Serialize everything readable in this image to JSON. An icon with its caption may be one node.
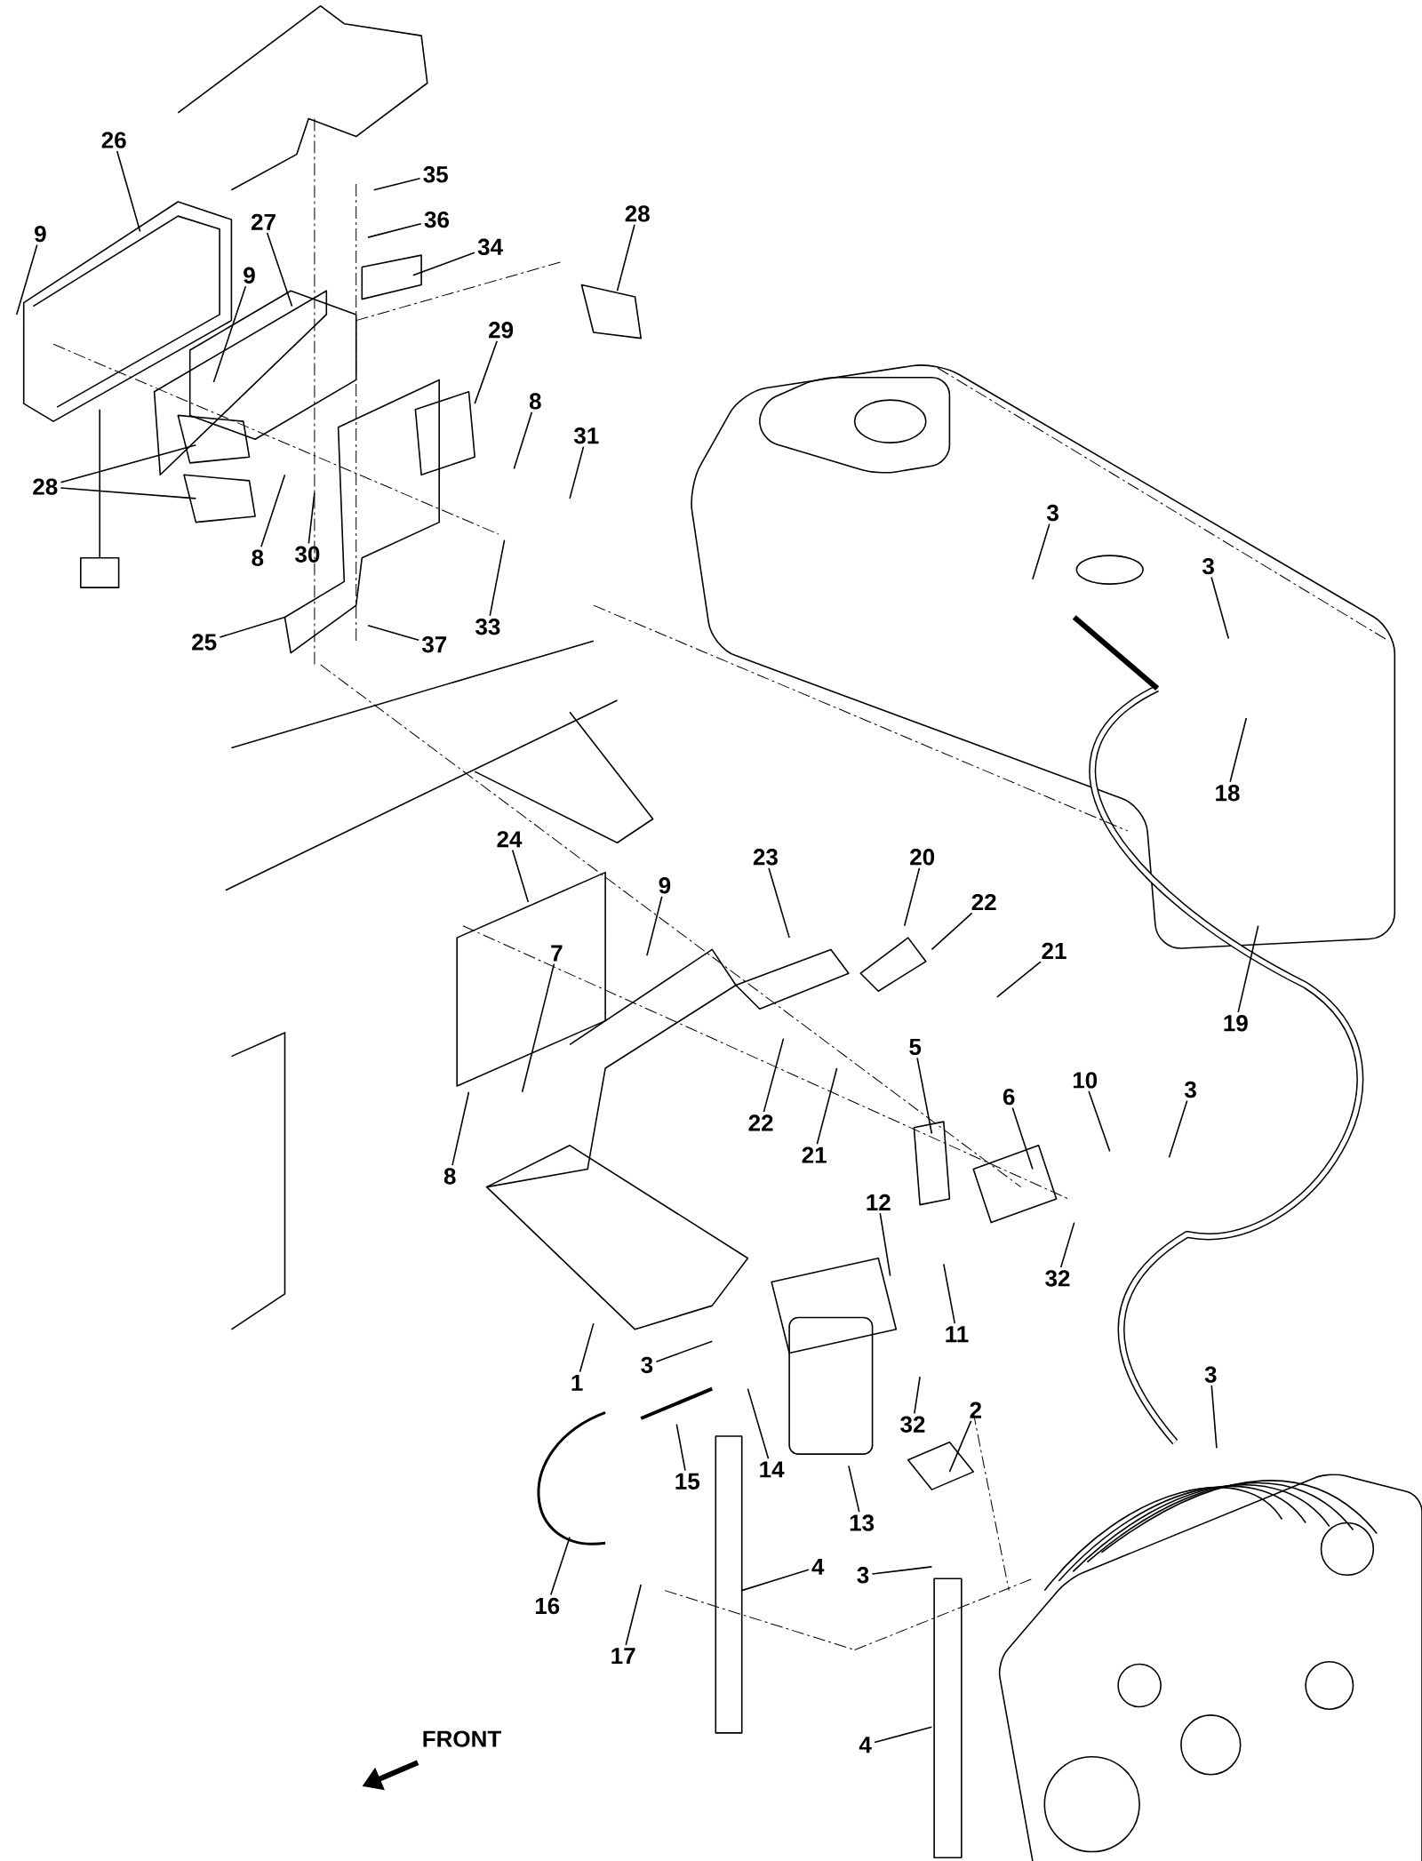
{
  "diagram": {
    "nodes": [
      {
        "text": [
          "26"
        ]
      },
      {
        "text": [
          "9"
        ]
      },
      {
        "text": [
          "27"
        ]
      },
      {
        "text": [
          "9"
        ]
      },
      {
        "text": [
          "35"
        ]
      },
      {
        "text": [
          "36"
        ]
      },
      {
        "text": [
          "34"
        ]
      },
      {
        "text": [
          "28"
        ]
      },
      {
        "text": [
          "29"
        ]
      },
      {
        "text": [
          "8"
        ]
      },
      {
        "text": [
          "31"
        ]
      },
      {
        "text": [
          "28"
        ]
      },
      {
        "text": [
          "8"
        ]
      },
      {
        "text": [
          "30"
        ]
      },
      {
        "text": [
          "33"
        ]
      },
      {
        "text": [
          "25"
        ]
      },
      {
        "text": [
          "37"
        ]
      },
      {
        "text": [
          "3"
        ]
      },
      {
        "text": [
          "3"
        ]
      },
      {
        "text": [
          "18"
        ]
      },
      {
        "text": [
          "24"
        ]
      },
      {
        "text": [
          "9"
        ]
      },
      {
        "text": [
          "23"
        ]
      },
      {
        "text": [
          "20"
        ]
      },
      {
        "text": [
          "22"
        ]
      },
      {
        "text": [
          "21"
        ]
      },
      {
        "text": [
          "7"
        ]
      },
      {
        "text": [
          "22"
        ]
      },
      {
        "text": [
          "21"
        ]
      },
      {
        "text": [
          "19"
        ]
      },
      {
        "text": [
          "5"
        ]
      },
      {
        "text": [
          "6"
        ]
      },
      {
        "text": [
          "10"
        ]
      },
      {
        "text": [
          "3"
        ]
      },
      {
        "text": [
          "8"
        ]
      },
      {
        "text": [
          "12"
        ]
      },
      {
        "text": [
          "32"
        ]
      },
      {
        "text": [
          "11"
        ]
      },
      {
        "text": [
          "3"
        ]
      },
      {
        "text": [
          "1"
        ]
      },
      {
        "text": [
          "3"
        ]
      },
      {
        "text": [
          "32"
        ]
      },
      {
        "text": [
          "14"
        ]
      },
      {
        "text": [
          "15"
        ]
      },
      {
        "text": [
          "2"
        ]
      },
      {
        "text": [
          "13"
        ]
      },
      {
        "text": [
          "4"
        ]
      },
      {
        "text": [
          "3"
        ]
      },
      {
        "text": [
          "16"
        ]
      },
      {
        "text": [
          "17"
        ]
      },
      {
        "text": [
          "4"
        ]
      }
    ],
    "edges": [
      {
        "from": 0,
        "to": null,
        "arrow": "none"
      },
      {
        "from": 1,
        "to": null,
        "arrow": "none"
      },
      {
        "from": 2,
        "to": null,
        "arrow": "none"
      },
      {
        "from": 3,
        "to": null,
        "arrow": "none"
      },
      {
        "from": 4,
        "to": null,
        "arrow": "none"
      },
      {
        "from": 5,
        "to": null,
        "arrow": "none"
      },
      {
        "from": 6,
        "to": null,
        "arrow": "none"
      },
      {
        "from": 7,
        "to": null,
        "arrow": "none"
      },
      {
        "from": 8,
        "to": null,
        "arrow": "none"
      },
      {
        "from": 9,
        "to": null,
        "arrow": "none"
      },
      {
        "from": 10,
        "to": null,
        "arrow": "none"
      },
      {
        "from": 11,
        "to": null,
        "arrow": "none"
      },
      {
        "from": 11,
        "to": null,
        "arrow": "none"
      },
      {
        "from": 12,
        "to": null,
        "arrow": "none"
      },
      {
        "from": 13,
        "to": null,
        "arrow": "none"
      },
      {
        "from": 14,
        "to": null,
        "arrow": "none"
      },
      {
        "from": 15,
        "to": null,
        "arrow": "none"
      },
      {
        "from": 16,
        "to": null,
        "arrow": "none"
      },
      {
        "from": 17,
        "to": null,
        "arrow": "none"
      },
      {
        "from": 18,
        "to": null,
        "arrow": "none"
      },
      {
        "from": 19,
        "to": null,
        "arrow": "none"
      },
      {
        "from": 20,
        "to": null,
        "arrow": "none"
      },
      {
        "from": 21,
        "to": null,
        "arrow": "none"
      },
      {
        "from": 22,
        "to": null,
        "arrow": "none"
      },
      {
        "from": 23,
        "to": null,
        "arrow": "none"
      },
      {
        "from": 24,
        "to": null,
        "arrow": "none"
      },
      {
        "from": 25,
        "to": null,
        "arrow": "none"
      },
      {
        "from": 26,
        "to": null,
        "arrow": "none"
      },
      {
        "from": 27,
        "to": null,
        "arrow": "none"
      },
      {
        "from": 28,
        "to": null,
        "arrow": "none"
      },
      {
        "from": 29,
        "to": null,
        "arrow": "none"
      },
      {
        "from": 30,
        "to": null,
        "arrow": "none"
      },
      {
        "from": 31,
        "to": null,
        "arrow": "none"
      },
      {
        "from": 32,
        "to": null,
        "arrow": "none"
      },
      {
        "from": 33,
        "to": null,
        "arrow": "none"
      },
      {
        "from": 34,
        "to": null,
        "arrow": "none"
      },
      {
        "from": 35,
        "to": null,
        "arrow": "none"
      },
      {
        "from": 36,
        "to": null,
        "arrow": "none"
      },
      {
        "from": 37,
        "to": null,
        "arrow": "none"
      },
      {
        "from": 38,
        "to": null,
        "arrow": "none"
      },
      {
        "from": 39,
        "to": null,
        "arrow": "none"
      },
      {
        "from": 40,
        "to": null,
        "arrow": "none"
      },
      {
        "from": 41,
        "to": null,
        "arrow": "none"
      },
      {
        "from": 42,
        "to": null,
        "arrow": "none"
      },
      {
        "from": 43,
        "to": null,
        "arrow": "none"
      },
      {
        "from": 44,
        "to": null,
        "arrow": "none"
      },
      {
        "from": 45,
        "to": null,
        "arrow": "none"
      },
      {
        "from": 46,
        "to": null,
        "arrow": "none"
      },
      {
        "from": 47,
        "to": null,
        "arrow": "none"
      },
      {
        "from": 48,
        "to": null,
        "arrow": "none"
      },
      {
        "from": 49,
        "to": null,
        "arrow": "none"
      },
      {
        "from": 50,
        "to": null,
        "arrow": "none"
      }
    ],
    "labels": [
      "FRONT"
    ]
  }
}
